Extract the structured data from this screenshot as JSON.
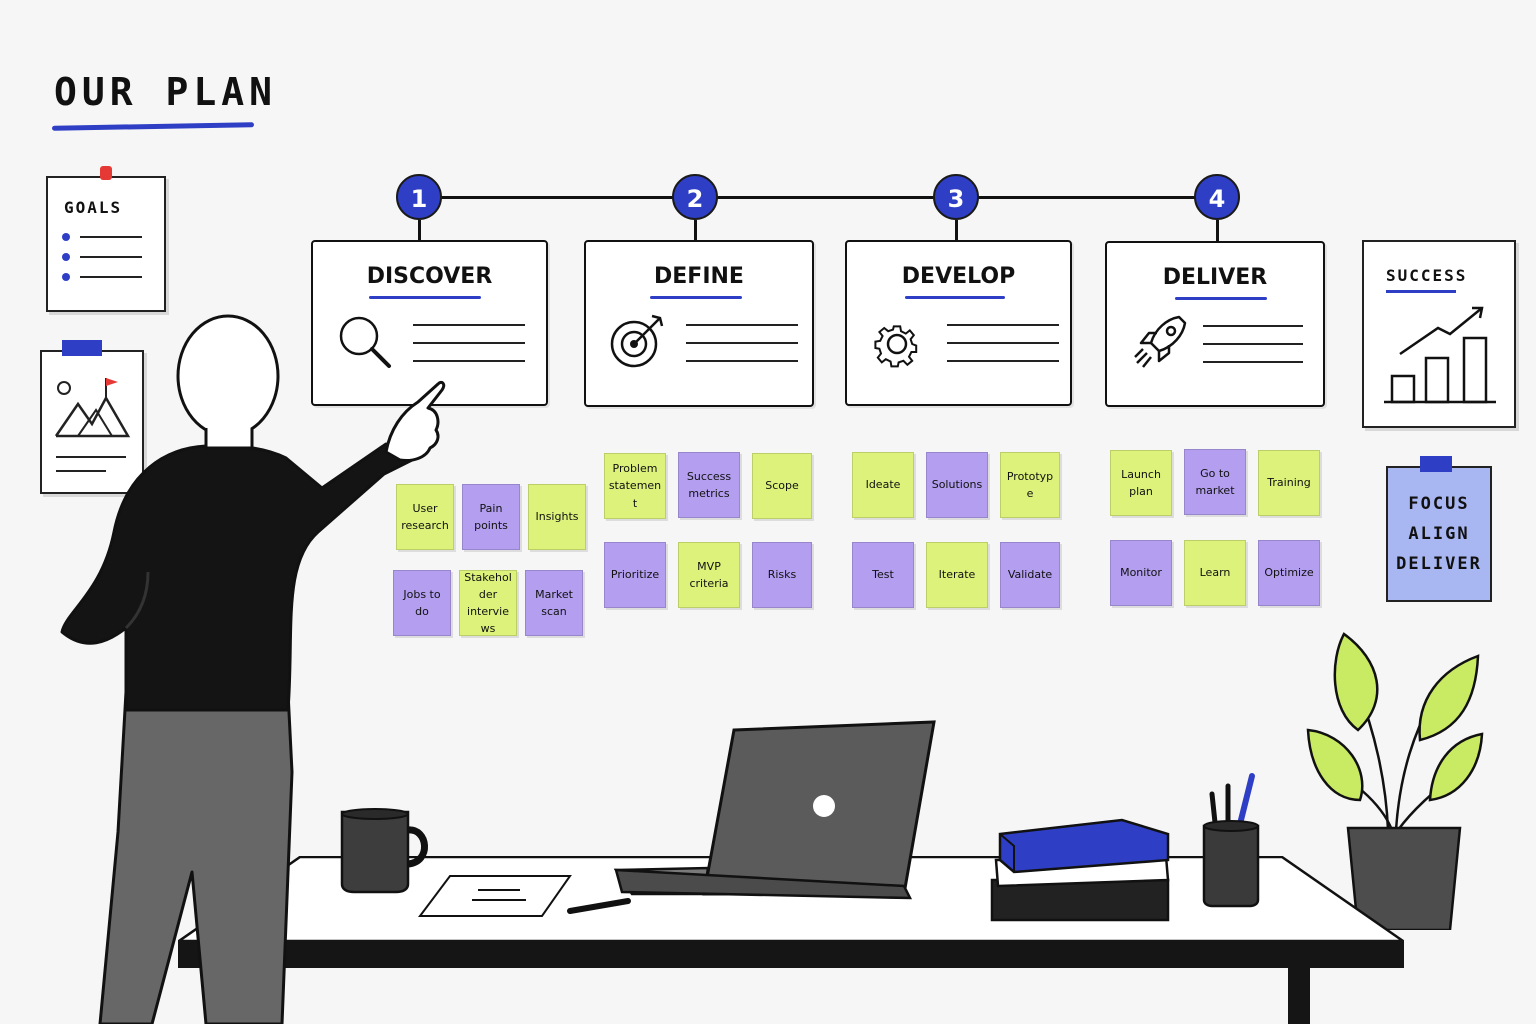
{
  "title": "OUR PLAN",
  "goals": {
    "label": "GOALS",
    "items": 3
  },
  "success": {
    "label": "SUCCESS"
  },
  "focus": {
    "lines": [
      "FOCUS",
      "ALIGN",
      "DELIVER"
    ]
  },
  "colors": {
    "accent": "#2e3fc6",
    "sticky_green": "#dcf27a",
    "sticky_purple": "#b39ef0"
  },
  "phases": [
    {
      "number": "1",
      "title": "DISCOVER",
      "icon": "magnifier-icon",
      "notes": [
        {
          "text": "User research",
          "color": "green"
        },
        {
          "text": "Pain points",
          "color": "purple"
        },
        {
          "text": "Insights",
          "color": "green"
        },
        {
          "text": "Jobs to do",
          "color": "purple"
        },
        {
          "text": "Stakeholder interviews",
          "color": "green"
        },
        {
          "text": "Market scan",
          "color": "purple"
        }
      ]
    },
    {
      "number": "2",
      "title": "DEFINE",
      "icon": "target-icon",
      "notes": [
        {
          "text": "Problem statement",
          "color": "green"
        },
        {
          "text": "Success metrics",
          "color": "purple"
        },
        {
          "text": "Scope",
          "color": "green"
        },
        {
          "text": "Prioritize",
          "color": "purple"
        },
        {
          "text": "MVP criteria",
          "color": "green"
        },
        {
          "text": "Risks",
          "color": "purple"
        }
      ]
    },
    {
      "number": "3",
      "title": "DEVELOP",
      "icon": "gear-icon",
      "notes": [
        {
          "text": "Ideate",
          "color": "green"
        },
        {
          "text": "Solutions",
          "color": "purple"
        },
        {
          "text": "Prototype",
          "color": "green"
        },
        {
          "text": "Test",
          "color": "purple"
        },
        {
          "text": "Iterate",
          "color": "green"
        },
        {
          "text": "Validate",
          "color": "purple"
        }
      ]
    },
    {
      "number": "4",
      "title": "DELIVER",
      "icon": "rocket-icon",
      "notes": [
        {
          "text": "Launch plan",
          "color": "green"
        },
        {
          "text": "Go to market",
          "color": "purple"
        },
        {
          "text": "Training",
          "color": "green"
        },
        {
          "text": "Monitor",
          "color": "purple"
        },
        {
          "text": "Learn",
          "color": "green"
        },
        {
          "text": "Optimize",
          "color": "purple"
        }
      ]
    }
  ]
}
